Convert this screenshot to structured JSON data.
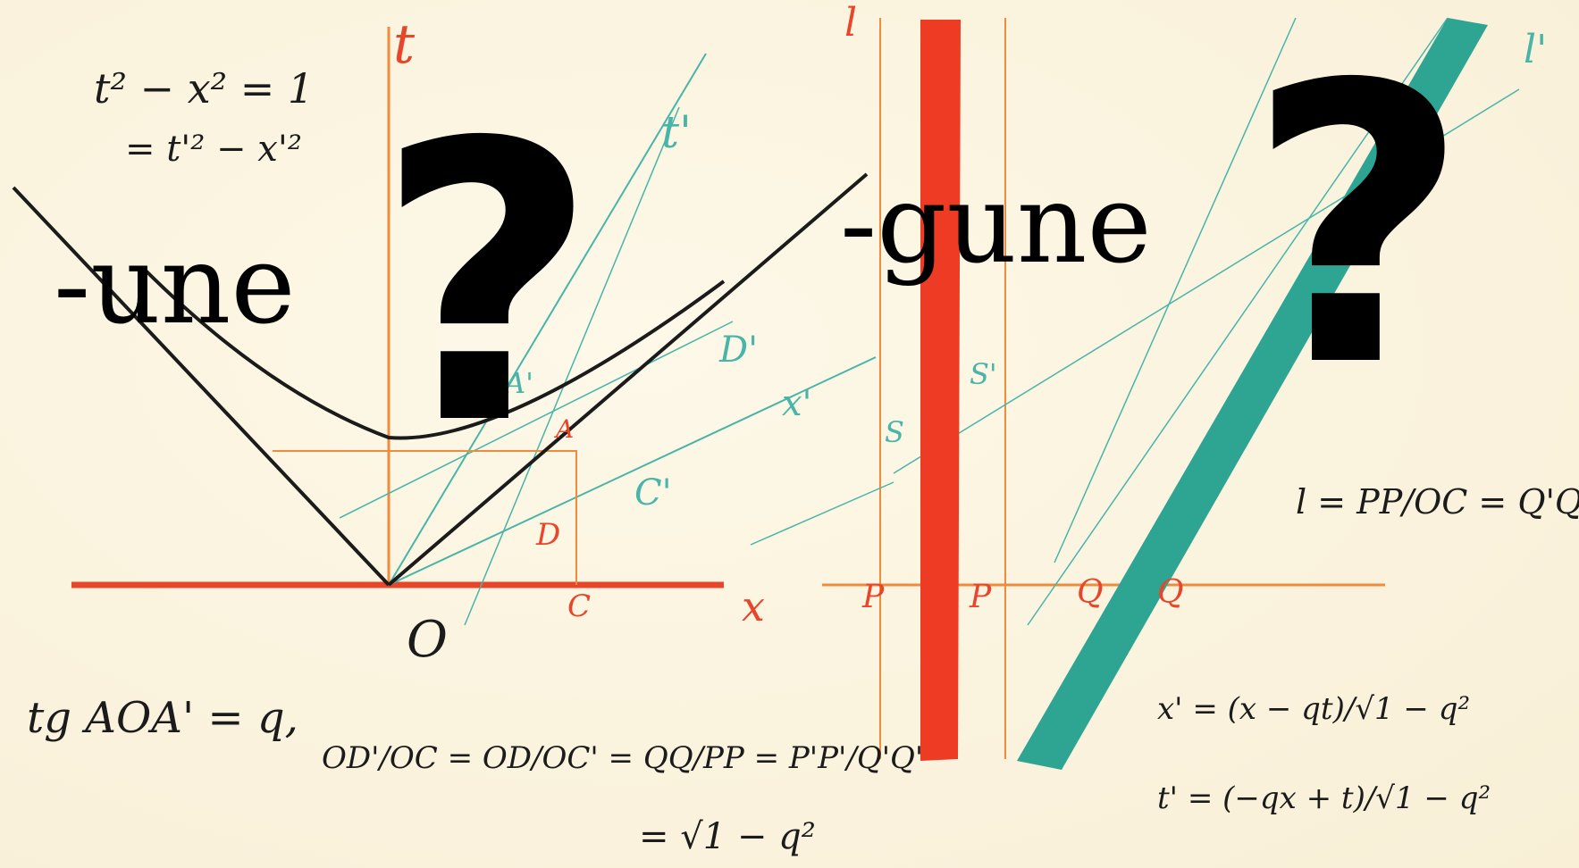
{
  "overlay": {
    "left_suffix": "-une",
    "right_suffix": "-gune",
    "question_mark": "?"
  },
  "sketch": {
    "hyperbola_eq_1": "t² − x² = 1",
    "hyperbola_eq_2": "= t'² − x'²",
    "axis_t": "t",
    "axis_x": "x",
    "axis_t_prime": "t'",
    "axis_x_prime": "x'",
    "origin": "O",
    "point_A": "A",
    "point_C": "C",
    "point_D": "D",
    "point_A_prime": "A'",
    "point_C_prime": "C'",
    "point_D_prime": "D'",
    "point_S": "S",
    "point_S_prime": "S'",
    "point_P": "P",
    "point_P2": "P",
    "point_Q": "Q",
    "point_Q2": "Q",
    "point_l": "l",
    "point_l_prime": "l'",
    "tg_eq": "tg AOA' = q,",
    "ratio_eq": "OD'/OC = OD/OC' = QQ/PP = P'P'/Q'Q'",
    "sqrt_eq": "= √1 − q²",
    "l_eq": "l = PP/OC = Q'Q'/OC'",
    "lorentz_x": "x' = (x − qt)/√1 − q²",
    "lorentz_t": "t' = (−qx + t)/√1 − q²"
  },
  "colors": {
    "ink": "#1b1b1b",
    "red": "#e8462a",
    "teal": "#3aa596",
    "orange": "#f08a3c",
    "paper": "#fbf5e4"
  }
}
